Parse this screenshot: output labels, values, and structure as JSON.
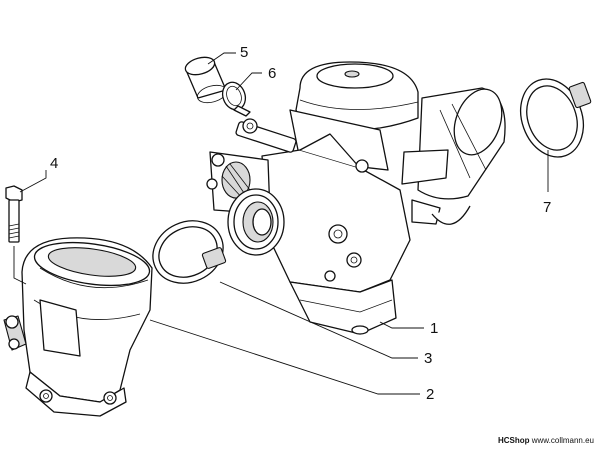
{
  "callouts": [
    {
      "label": "1",
      "part": "carburettor"
    },
    {
      "label": "2",
      "part": "intake-manifold"
    },
    {
      "label": "3",
      "part": "clamp-manifold"
    },
    {
      "label": "4",
      "part": "bolt"
    },
    {
      "label": "5",
      "part": "sleeve"
    },
    {
      "label": "6",
      "part": "hose-clip"
    },
    {
      "label": "7",
      "part": "clamp-filter"
    }
  ],
  "footer": {
    "brand": "HCShop",
    "url": "www.collmann.eu"
  }
}
